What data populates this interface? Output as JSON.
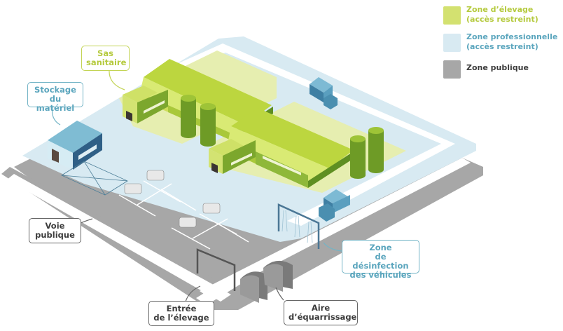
{
  "legend": {
    "items": [
      {
        "line1": "Zone d’élevage",
        "line2": "(accès restreint)",
        "color": "#d3e170",
        "text_color": "#b5ca3e"
      },
      {
        "line1": "Zone professionnelle",
        "line2": "(accès restreint)",
        "color": "#d8eaf2",
        "text_color": "#5aa5bd"
      },
      {
        "line1": "Zone publique",
        "line2": "",
        "color": "#a7a7a7",
        "text_color": "#3c3c3c"
      }
    ]
  },
  "callouts": {
    "sas_sanitaire": {
      "line1": "Sas",
      "line2": "sanitaire"
    },
    "stockage": {
      "line1": "Stockage",
      "line2": "du matériel"
    },
    "voie_publique": {
      "line1": "Voie",
      "line2": "publique"
    },
    "entree": {
      "line1": "Entrée",
      "line2": "de l’élevage"
    },
    "equarrissage": {
      "line1": "Aire",
      "line2": "d’équarrissage"
    },
    "desinfection": {
      "line1": "Zone",
      "line2": "de désinfection",
      "line3": "des véhicules"
    }
  },
  "colors": {
    "public_zone": "#a7a7a7",
    "professional_zone": "#d8eaf2",
    "breeding_zone": "#e6eeb0",
    "building_roof": "#c5d94a",
    "building_wall": "#7ca72d",
    "storage_building": "#2f5f86",
    "truck": "#5a9fbf"
  }
}
